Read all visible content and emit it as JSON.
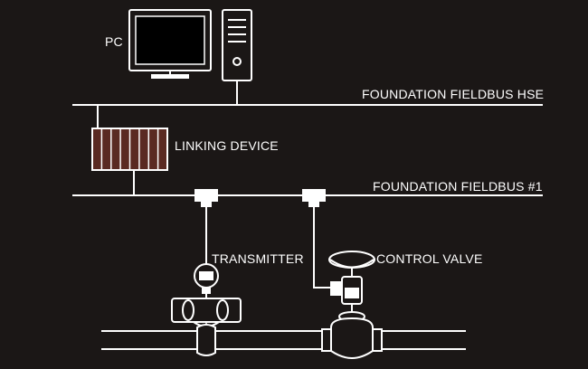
{
  "labels": {
    "pc": "PC",
    "hse_bus": "FOUNDATION FIELDBUS HSE",
    "linking_device": "LINKING DEVICE",
    "fieldbus_1": "FOUNDATION FIELDBUS #1",
    "transmitter": "TRANSMITTER",
    "control_valve": "CONTROL VALVE"
  },
  "colors": {
    "background": "#1b1716",
    "line": "#ffffff",
    "linking_device_fill": "#5a2a22"
  }
}
